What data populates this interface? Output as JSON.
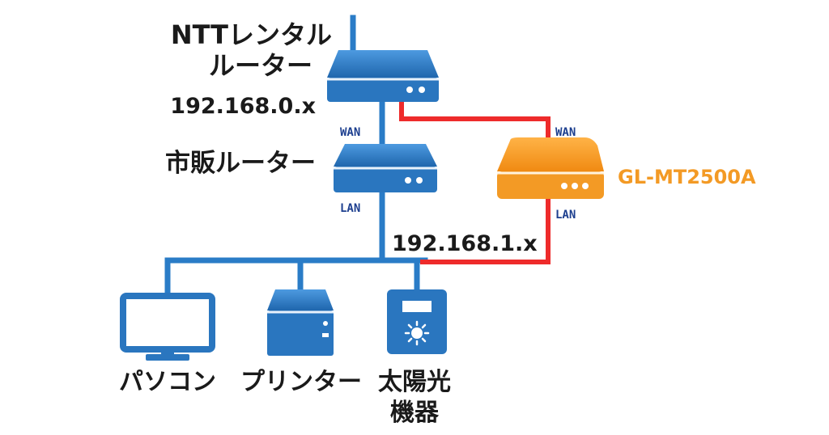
{
  "routers": {
    "ntt": {
      "name_line1": "NTTレンタル",
      "name_line2": "ルーター",
      "ip": "192.168.0.x"
    },
    "retail": {
      "name": "市販ルーター",
      "wan": "WAN",
      "lan": "LAN"
    },
    "gl": {
      "name": "GL-MT2500A",
      "wan": "WAN",
      "lan": "LAN"
    }
  },
  "network": {
    "lan_ip": "192.168.1.x"
  },
  "devices": {
    "pc": "パソコン",
    "printer": "プリンター",
    "solar_line1": "太陽光",
    "solar_line2": "機器"
  },
  "colors": {
    "blue": "#2a7cc7",
    "blue_dark": "#1f5d9e",
    "orange": "#f7a030",
    "red": "#ee2b2b",
    "port_text": "#1d3f8f"
  }
}
